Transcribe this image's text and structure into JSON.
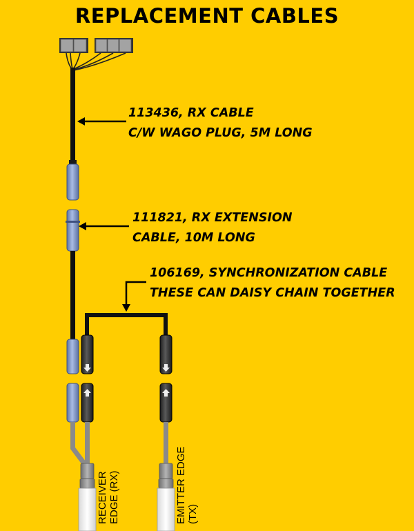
{
  "title": "REPLACEMENT CABLES",
  "callouts": {
    "rx_cable": {
      "line1": "113436, RX CABLE",
      "line2": "C/W WAGO PLUG, 5M LONG"
    },
    "rx_extension": {
      "line1": "111821, RX EXTENSION",
      "line2": "CABLE, 10M LONG"
    },
    "sync_cable": {
      "line1": "106169, SYNCHRONIZATION CABLE",
      "line2": "THESE CAN DAISY CHAIN TOGETHER"
    }
  },
  "edges": {
    "receiver": {
      "line1": "RECEIVER",
      "line2": "EDGE (RX)"
    },
    "emitter": {
      "line1": "EMITTER EDGE",
      "line2": "(TX)"
    }
  },
  "colors": {
    "background": "#FFCD00",
    "rx_connector": "#7F97C8",
    "sync_connector": "#3A3A3A",
    "cable_gray": "#8A8A8A",
    "wago_plug": "#9A9A9A"
  }
}
